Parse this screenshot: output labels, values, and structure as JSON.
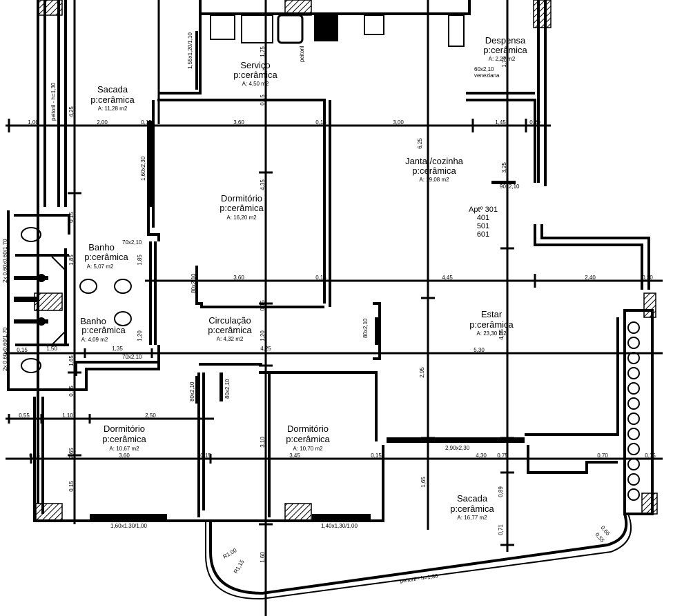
{
  "rooms": {
    "sacada_top": {
      "name": "Sacada",
      "floor": "p:cerâmica",
      "area": "A: 11,28 m2"
    },
    "servico": {
      "name": "Serviço",
      "floor": "p:cerâmica",
      "area": "A: 4,50 m2"
    },
    "despensa": {
      "name": "Despensa",
      "floor": "p:cerâmica",
      "area": "A: 2,27 m2"
    },
    "janta": {
      "name": "Janta /cozinha",
      "floor": "p:cerâmica",
      "area": "A: 19,08 m2"
    },
    "dormitorio1": {
      "name": "Dormitório",
      "floor": "p:cerâmica",
      "area": "A: 16,20 m2"
    },
    "banho1": {
      "name": "Banho",
      "floor": "p:cerâmica",
      "area": "A: 5,07 m2"
    },
    "banho2": {
      "name": "Banho",
      "floor": "p:cerâmica",
      "area": "A: 4,09 m2"
    },
    "circulacao": {
      "name": "Circulação",
      "floor": "p:cerâmica",
      "area": "A: 4,32 m2"
    },
    "estar": {
      "name": "Estar",
      "floor": "p:cerâmica",
      "area": "A: 23,30 m2"
    },
    "dormitorio2": {
      "name": "Dormitório",
      "floor": "p:cerâmica",
      "area": "A: 10,67 m2"
    },
    "dormitorio3": {
      "name": "Dormitório",
      "floor": "p:cerâmica",
      "area": "A: 10,70 m2"
    },
    "sacada_bottom": {
      "name": "Sacada",
      "floor": "p:cerâmica",
      "area": "A: 16,77 m2"
    }
  },
  "apartments": {
    "label": "Aptº 301",
    "units": [
      "401",
      "501",
      "601"
    ]
  },
  "dims": {
    "h1": [
      "1,00",
      "2,00",
      "0,15",
      "3,60",
      "0,15",
      "3,00",
      "1,45",
      "0,20"
    ],
    "h2": [
      "3,60",
      "0,15",
      "4,45",
      "2,40",
      "0,20"
    ],
    "h3": [
      "1,50",
      "1,35",
      "4,25",
      "5,30",
      "0,15"
    ],
    "h4": [
      "0,55",
      "1,10",
      "2,50"
    ],
    "h5": [
      "0,15",
      "3,60",
      "0,15",
      "3,45",
      "0,15",
      "4,30",
      "0,75",
      "0,70",
      "0,15"
    ],
    "v": [
      "4,25",
      "1,75",
      "0,15",
      "1,75",
      "6,25",
      "3,25",
      "4,35",
      "0,15",
      "1,85",
      "1,85",
      "1,20",
      "1,20",
      "1,65",
      "0,15",
      "2,65",
      "3,10",
      "2,95",
      "4,05",
      "1,65",
      "0,89",
      "0,71",
      "1,60",
      "0,15",
      "0,15"
    ]
  },
  "openings": {
    "w_sacada": "peitoril - h=1,30",
    "w_servico": "1,55x1,20/1,10",
    "w_peitoril": "peitoril",
    "w_desp": "60x2,10",
    "w_desp2": "veneziana",
    "d_janta": "90x2,10",
    "d_dorm": "1,60x2,30",
    "d_banho1": "70x2,10",
    "d_banho2": "70x2,10",
    "d_circ1": "80x2,10",
    "d_circ2": "80x2,10",
    "d_dorm2": "80x2,10",
    "d_dorm3": "80x2,10",
    "w_banho1": "2x 0,60x0,60/1,70",
    "w_banho2": "2x 0,60x0,60/1,70",
    "d_sacada": "2,90x2,30",
    "w_dorm2": "1,60x1,30/1,00",
    "w_dorm3": "1,40x1,30/1,00",
    "r1": "R1,00",
    "r2": "R1,15",
    "peitoril_bottom": "peitoril - h=1,30",
    "d_065": "0,65",
    "d_055": "0,55"
  }
}
